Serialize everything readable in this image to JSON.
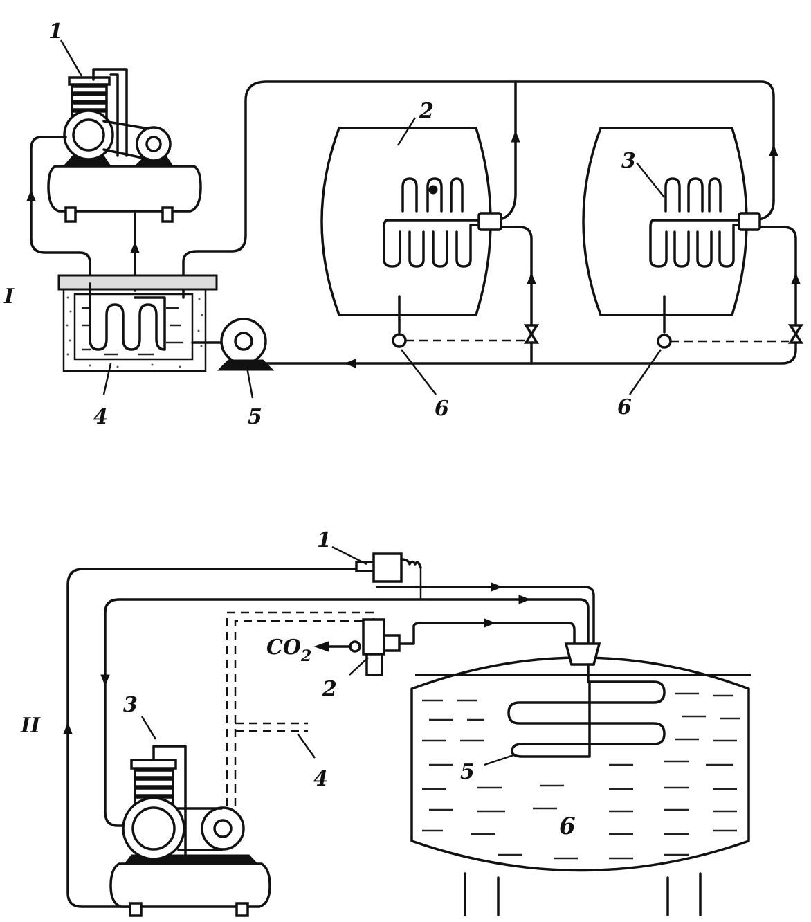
{
  "diagram_I": {
    "roman_label": "I",
    "labels": {
      "n1": "1",
      "n2": "2",
      "n3": "3",
      "n4": "4",
      "n5": "5",
      "n6a": "6",
      "n6b": "6"
    }
  },
  "diagram_II": {
    "roman_label": "II",
    "labels": {
      "n1": "1",
      "n2": "2",
      "n3": "3",
      "n4": "4",
      "n5": "5",
      "n6": "6",
      "co2": "CO",
      "co2_sub": "2"
    }
  }
}
